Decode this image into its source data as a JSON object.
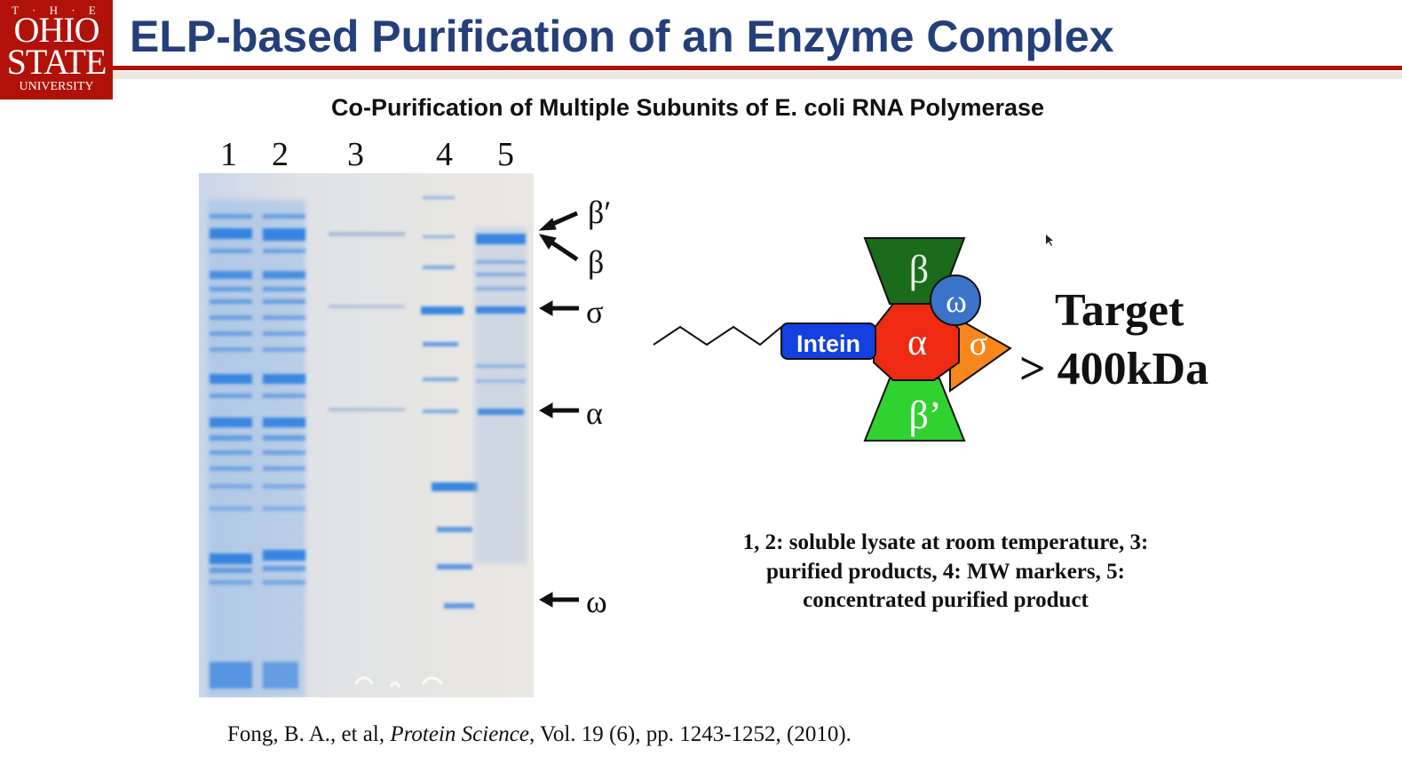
{
  "logo": {
    "the": "T · H · E",
    "line1": "OHIO",
    "line2": "STATE",
    "line3": "UNIVERSITY"
  },
  "header": {
    "title": "ELP-based Purification of an Enzyme Complex"
  },
  "subtitle": "Co-Purification of Multiple Subunits of E. coli RNA Polymerase",
  "gel": {
    "lanes": [
      "1",
      "2",
      "3",
      "4",
      "5"
    ],
    "band_labels": [
      "β′",
      "β",
      "σ",
      "α",
      "ω"
    ]
  },
  "diagram": {
    "intein": "Intein",
    "beta": "β",
    "omega": "ω",
    "alpha": "α",
    "sigma": "σ",
    "beta_prime": "β’",
    "colors": {
      "intein": "#1440e0",
      "beta": "#1a6b1a",
      "beta_prime": "#2fd22f",
      "alpha": "#ee2a12",
      "sigma": "#f7861c",
      "omega": "#3a73c9"
    }
  },
  "target": {
    "line1": "Target",
    "line2": "> 400kDa"
  },
  "legend": "1, 2: soluble lysate at room temperature, 3: purified products, 4: MW markers, 5: concentrated purified product",
  "citation": {
    "authors": "Fong, B. A., et al, ",
    "journal": "Protein Science",
    "rest": ", Vol. 19 (6), pp. 1243-1252, (2010)."
  }
}
